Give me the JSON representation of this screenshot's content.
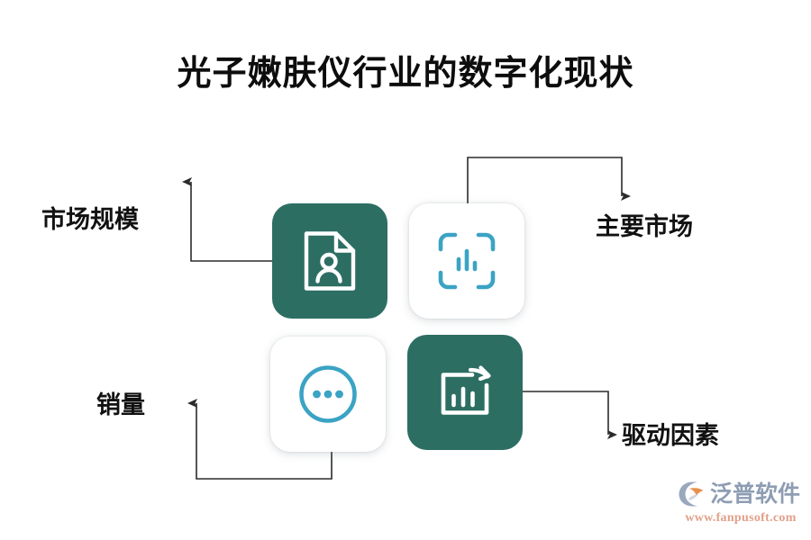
{
  "page": {
    "title": "光子嫩肤仪行业的数字化现状",
    "background_color": "#ffffff"
  },
  "theme": {
    "dark_card_color": "#2d6e63",
    "light_card_color": "#ffffff",
    "accent_icon_color": "#3ba3c4",
    "connector_color": "#2b2b2b",
    "title_color": "#0d0d0d",
    "label_color": "#111111"
  },
  "nodes": [
    {
      "id": "market-size",
      "label": "市场规模",
      "icon": "document-person-icon",
      "card_style": "dark",
      "position": "top-left"
    },
    {
      "id": "main-market",
      "label": "主要市场",
      "icon": "bar-chart-frame-icon",
      "card_style": "light",
      "position": "top-right"
    },
    {
      "id": "sales-volume",
      "label": "销量",
      "icon": "circle-ellipsis-icon",
      "card_style": "light",
      "position": "bottom-left"
    },
    {
      "id": "driving-factors",
      "label": "驱动因素",
      "icon": "bar-chart-arrow-icon",
      "card_style": "dark",
      "position": "bottom-right"
    }
  ],
  "watermark": {
    "brand": "泛普软件",
    "url": "www.fanpusoft.com",
    "logo_icon": "fanpu-logo-icon",
    "brand_color": "#8e9db3",
    "url_color": "#e2a08a",
    "logo_accent_color": "#e8914d"
  }
}
